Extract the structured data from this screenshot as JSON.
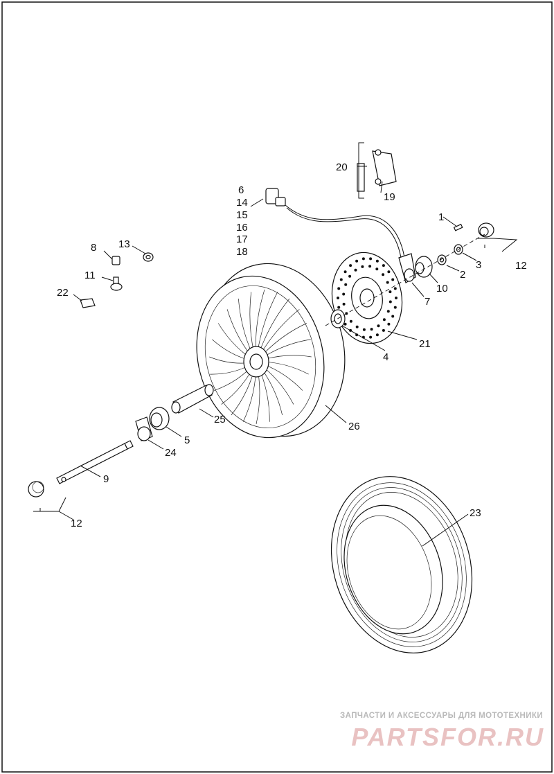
{
  "callouts": [
    {
      "id": "c1",
      "text": "1"
    },
    {
      "id": "c2",
      "text": "2"
    },
    {
      "id": "c3",
      "text": "3"
    },
    {
      "id": "c4",
      "text": "4"
    },
    {
      "id": "c5",
      "text": "5"
    },
    {
      "id": "c6",
      "text": "6"
    },
    {
      "id": "c7",
      "text": "7"
    },
    {
      "id": "c8",
      "text": "8"
    },
    {
      "id": "c9",
      "text": "9"
    },
    {
      "id": "c10",
      "text": "10"
    },
    {
      "id": "c11",
      "text": "11"
    },
    {
      "id": "c12a",
      "text": "12"
    },
    {
      "id": "c12b",
      "text": "12"
    },
    {
      "id": "c13",
      "text": "13"
    },
    {
      "id": "c14",
      "text": "14"
    },
    {
      "id": "c15",
      "text": "15"
    },
    {
      "id": "c16",
      "text": "16"
    },
    {
      "id": "c17",
      "text": "17"
    },
    {
      "id": "c18",
      "text": "18"
    },
    {
      "id": "c19",
      "text": "19"
    },
    {
      "id": "c20",
      "text": "20"
    },
    {
      "id": "c21",
      "text": "21"
    },
    {
      "id": "c22",
      "text": "22"
    },
    {
      "id": "c23",
      "text": "23"
    },
    {
      "id": "c24",
      "text": "24"
    },
    {
      "id": "c25",
      "text": "25"
    },
    {
      "id": "c26",
      "text": "26"
    }
  ],
  "watermark": {
    "tagline": "ЗАПЧАСТИ И АКСЕССУАРЫ ДЛЯ МОТОТЕХНИКИ",
    "brand": "PARTSFOR.RU"
  },
  "colors": {
    "line": "#111111",
    "watermark_text": "#b9b9b9",
    "watermark_brand": "#e9c2c2"
  }
}
